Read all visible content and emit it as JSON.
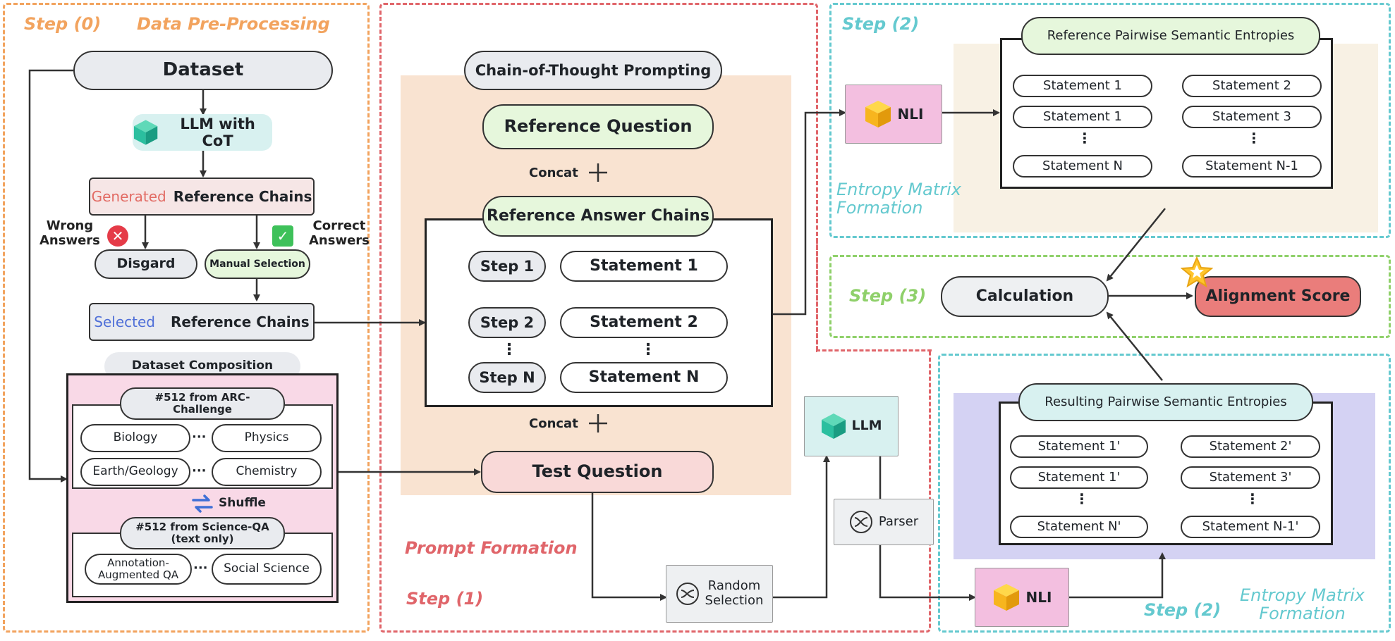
{
  "colors": {
    "orange": "#f2a35e",
    "red": "#e0656a",
    "cyan": "#64c9cf",
    "green": "#8fd06a",
    "peach": "#f9e3d1",
    "lavender": "#d4d2f3",
    "cream": "#f8f1e4",
    "pinkbox": "#f9d9e7",
    "teal": "#2bbf9f",
    "blue_text": "#4f6fd8",
    "red_text": "#e26b64"
  },
  "step0": {
    "step_label": "Step (0)",
    "title": "Data Pre-Processing",
    "dataset": "Dataset",
    "llm_cot": "LLM with CoT",
    "generated_word": "Generated",
    "reference_chains": "Reference Chains",
    "wrong_answers": "Wrong\nAnswers",
    "correct_answers": "Correct\nAnswers",
    "disgard": "Disgard",
    "manual_selection": "Manual Selection",
    "selected_word": "Selected",
    "dataset_composition": "Dataset Composition",
    "arc_source": "#512 from ARC-\nChallenge",
    "biology": "Biology",
    "physics": "Physics",
    "earth": "Earth/Geology",
    "chemistry": "Chemistry",
    "dots": "···",
    "shuffle": "Shuffle",
    "sqa_source": "#512 from Science-QA\n(text only)",
    "annotation_qa": "Annotation-\nAugmented QA",
    "social_science": "Social Science"
  },
  "step1": {
    "cot_prompting": "Chain-of-Thought Prompting",
    "reference_question": "Reference Question",
    "concat": "Concat",
    "reference_answer_chains": "Reference Answer Chains",
    "step_1": "Step 1",
    "step_2": "Step 2",
    "step_n": "Step N",
    "statement_1": "Statement 1",
    "statement_2": "Statement 2",
    "statement_n": "Statement N",
    "vdots": "⋮",
    "test_question": "Test Question",
    "prompt_formation": "Prompt Formation",
    "step_label": "Step (1)",
    "llm": "LLM",
    "parser": "Parser",
    "random_selection": "Random\nSelection"
  },
  "step2_top": {
    "step_label": "Step (2)",
    "nli": "NLI",
    "ref_entropies": "Reference Pairwise Semantic Entropies",
    "s1": "Statement 1",
    "s2": "Statement 2",
    "s1b": "Statement 1",
    "s3": "Statement 3",
    "sn": "Statement N",
    "sn1": "Statement N-1",
    "entropy_formation": "Entropy Matrix\nFormation"
  },
  "step3": {
    "step_label": "Step (3)",
    "calculation": "Calculation",
    "alignment_score": "Alignment Score"
  },
  "step2_bottom": {
    "res_entropies": "Resulting Pairwise Semantic Entropies",
    "s1": "Statement 1'",
    "s2": "Statement 2'",
    "s1b": "Statement 1'",
    "s3": "Statement 3'",
    "sn": "Statement N'",
    "sn1": "Statement N-1'",
    "nli": "NLI",
    "step_label": "Step (2)",
    "entropy_formation": "Entropy Matrix\nFormation"
  }
}
